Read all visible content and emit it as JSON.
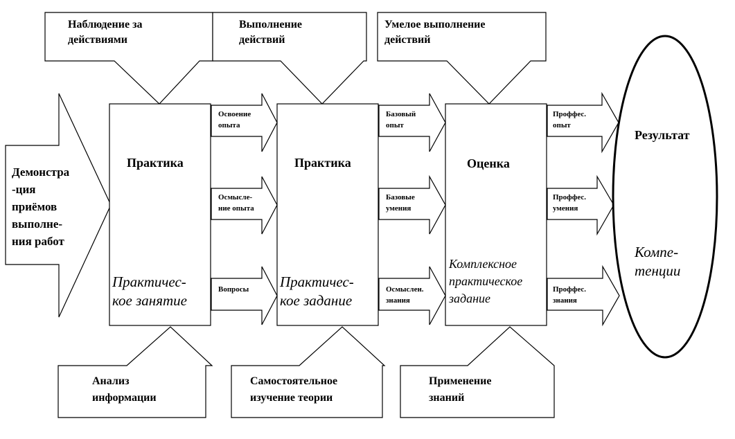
{
  "diagram": {
    "left_arrow": {
      "text": "Демонстра\n-ция\nприёмов\nвыполне-\nния работ"
    },
    "top_callouts": [
      {
        "text": "Наблюдение за\nдействиями"
      },
      {
        "text": "Выполнение\nдействий"
      },
      {
        "text": "Умелое выполнение\nдействий"
      }
    ],
    "bottom_callouts": [
      {
        "text": "Анализ\nинформации"
      },
      {
        "text": "Самостоятельное\nизучение теории"
      },
      {
        "text": "Применение\nзнаний"
      }
    ],
    "boxes": [
      {
        "title": "Практика",
        "subtitle": "Практичес-\nкое занятие"
      },
      {
        "title": "Практика",
        "subtitle": "Практичес-\nкое задание"
      },
      {
        "title": "Оценка",
        "subtitle": "Комплексное\nпрактическое\nзадание"
      }
    ],
    "connectors": [
      [
        "Освоение\nопыта",
        "Осмысле-\nние опыта",
        "Вопросы"
      ],
      [
        "Базовый\nопыт",
        "Базовые\nумения",
        "Осмыслен.\nзнания"
      ],
      [
        "Проффес.\nопыт",
        "Проффес.\nумения",
        "Проффес.\nзнания"
      ]
    ],
    "result": {
      "title": "Результат",
      "subtitle": "Компе-\nтенции"
    }
  }
}
